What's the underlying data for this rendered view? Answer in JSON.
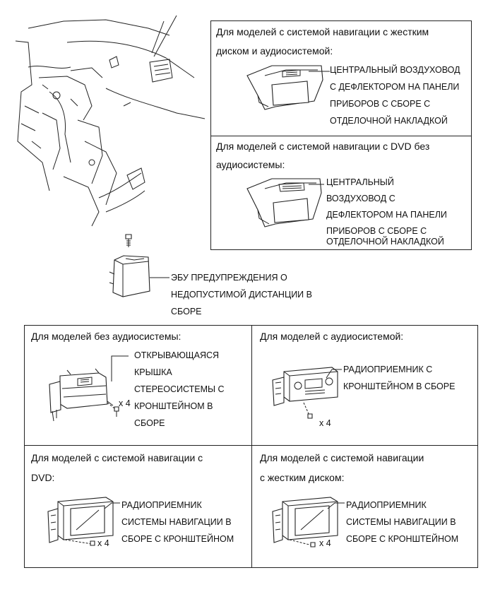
{
  "top_right": {
    "hdd": {
      "heading_line1": "Для моделей с системой навигации с жестким",
      "heading_line2": "диском и аудиосистемой:",
      "label": [
        "ЦЕНТРАЛЬНЫЙ ВОЗДУХОВОД",
        "С ДЕФЛЕКТОРОМ НА ПАНЕЛИ",
        "ПРИБОРОВ С СБОРЕ С",
        "ОТДЕЛОЧНОЙ НАКЛАДКОЙ"
      ]
    },
    "dvd": {
      "heading_line1": "Для моделей с системой навигации с DVD без",
      "heading_line2": "аудиосистемы:",
      "label": [
        "ЦЕНТРАЛЬНЫЙ",
        "ВОЗДУХОВОД С",
        "ДЕФЛЕКТОРОМ НА ПАНЕЛИ",
        "ПРИБОРОВ С СБОРЕ С",
        "ОТДЕЛОЧНОЙ НАКЛАДКОЙ"
      ]
    }
  },
  "ecu": {
    "label": [
      "ЭБУ ПРЕДУПРЕЖДЕНИЯ О",
      "НЕДОПУСТИМОЙ ДИСТАНЦИИ В",
      "СБОРЕ"
    ]
  },
  "grid": {
    "no_audio": {
      "heading": "Для моделей без аудиосистемы:",
      "label": [
        "ОТКРЫВАЮЩАЯСЯ",
        "КРЫШКА",
        "СТЕРЕОСИСТЕМЫ С",
        "КРОНШТЕЙНОМ В",
        "СБОРЕ"
      ],
      "count": "x 4"
    },
    "audio": {
      "heading": "Для моделей с аудиосистемой:",
      "label": [
        "РАДИОПРИЕМНИК С",
        "КРОНШТЕЙНОМ В СБОРЕ"
      ],
      "count": "x 4"
    },
    "nav_dvd": {
      "heading_line1": "Для моделей с системой навигации с",
      "heading_line2": "DVD:",
      "label": [
        "РАДИОПРИЕМНИК",
        "СИСТЕМЫ НАВИГАЦИИ В",
        "СБОРЕ С КРОНШТЕЙНОМ"
      ],
      "count": "x 4"
    },
    "nav_hdd": {
      "heading_line1": "Для моделей с системой навигации",
      "heading_line2": "с жестким диском:",
      "label": [
        "РАДИОПРИЕМНИК",
        "СИСТЕМЫ НАВИГАЦИИ В",
        "СБОРЕ С КРОНШТЕЙНОМ"
      ],
      "count": "x 4"
    }
  }
}
